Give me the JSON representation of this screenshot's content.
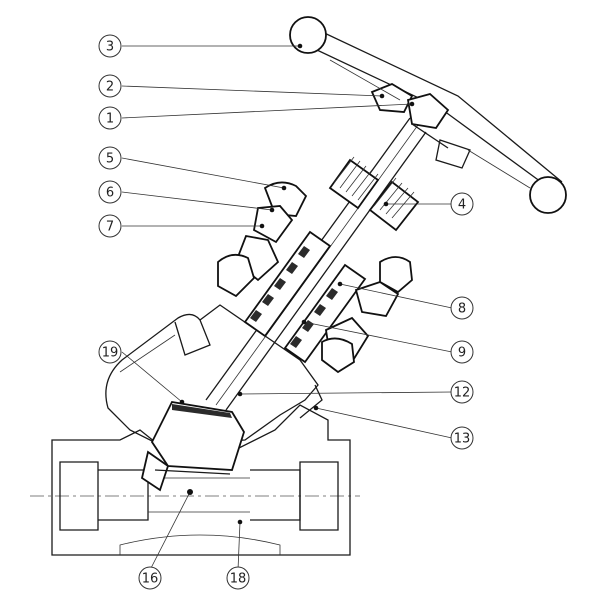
{
  "callouts": [
    {
      "id": "3",
      "label": "3"
    },
    {
      "id": "2",
      "label": "2"
    },
    {
      "id": "1",
      "label": "1"
    },
    {
      "id": "5",
      "label": "5"
    },
    {
      "id": "6",
      "label": "6"
    },
    {
      "id": "7",
      "label": "7"
    },
    {
      "id": "19",
      "label": "19"
    },
    {
      "id": "16",
      "label": "16"
    },
    {
      "id": "18",
      "label": "18"
    },
    {
      "id": "4",
      "label": "4"
    },
    {
      "id": "8",
      "label": "8"
    },
    {
      "id": "9",
      "label": "9"
    },
    {
      "id": "12",
      "label": "12"
    },
    {
      "id": "13",
      "label": "13"
    }
  ],
  "colors": {
    "stroke": "#1a1a1a",
    "background": "#ffffff"
  }
}
